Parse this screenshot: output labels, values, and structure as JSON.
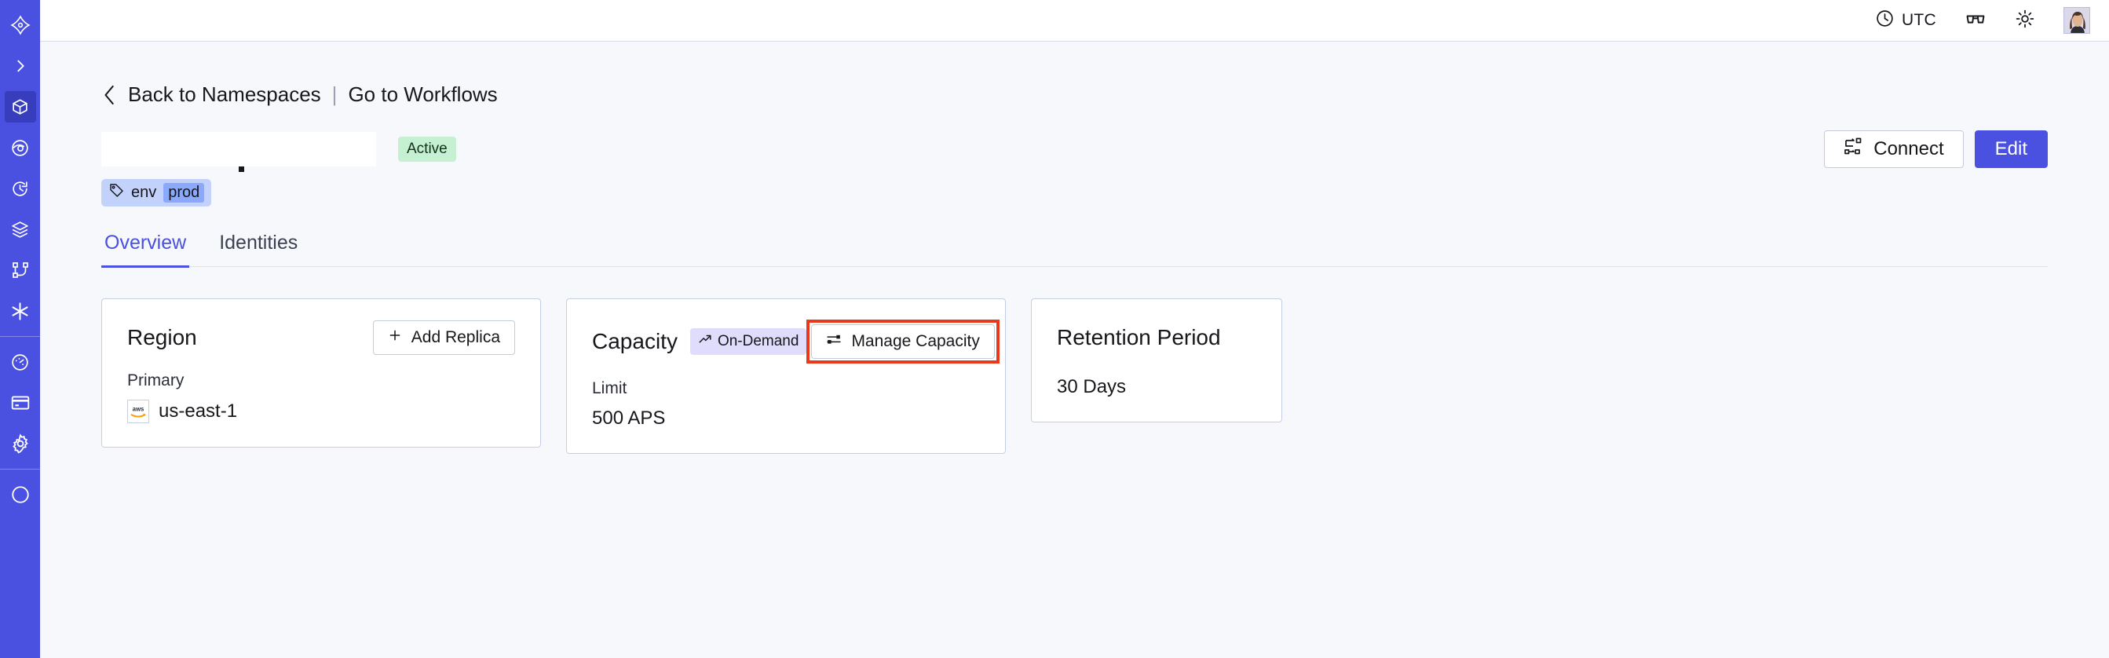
{
  "sidebar": {
    "items": [
      {
        "name": "logo",
        "icon": "temporal-logo-icon",
        "active": false
      },
      {
        "name": "expand",
        "icon": "chevron-right-icon",
        "active": false
      },
      {
        "name": "namespaces",
        "icon": "cube-icon",
        "active": true
      },
      {
        "name": "observability",
        "icon": "eye-icon",
        "active": false
      },
      {
        "name": "schedules",
        "icon": "clock-arrow-icon",
        "active": false
      },
      {
        "name": "layers",
        "icon": "layers-icon",
        "active": false
      },
      {
        "name": "workflows",
        "icon": "sitemap-icon",
        "active": false
      },
      {
        "name": "nexus",
        "icon": "asterisk-icon",
        "active": false
      },
      {
        "name": "usage",
        "icon": "gauge-icon",
        "active": false
      },
      {
        "name": "billing",
        "icon": "credit-card-icon",
        "active": false
      },
      {
        "name": "settings",
        "icon": "gear-icon",
        "active": false
      }
    ]
  },
  "topbar": {
    "timezone_label": "UTC",
    "timezone_icon": "clock-icon",
    "docs_icon": "glasses-icon",
    "theme_icon": "sun-icon",
    "avatar_icon": "user-avatar"
  },
  "breadcrumb": {
    "back_icon": "chevron-left-icon",
    "back_label": "Back to Namespaces",
    "separator": "|",
    "forward_label": "Go to Workflows"
  },
  "header": {
    "namespace_title": "",
    "status_badge": "Active",
    "connect_label": "Connect",
    "connect_icon": "connect-icon",
    "edit_label": "Edit"
  },
  "tag": {
    "icon": "tag-icon",
    "key": "env",
    "value": "prod"
  },
  "tabs": [
    {
      "label": "Overview",
      "active": true
    },
    {
      "label": "Identities",
      "active": false
    }
  ],
  "cards": {
    "region": {
      "title": "Region",
      "action_label": "Add Replica",
      "action_icon": "plus-icon",
      "sublabel": "Primary",
      "provider_icon": "aws-logo",
      "value": "us-east-1"
    },
    "capacity": {
      "title": "Capacity",
      "badge_label": "On-Demand",
      "badge_icon": "trending-up-icon",
      "action_label": "Manage Capacity",
      "action_icon": "sliders-icon",
      "action_highlighted": true,
      "sublabel": "Limit",
      "value": "500 APS"
    },
    "retention": {
      "title": "Retention Period",
      "value": "30 Days"
    }
  },
  "colors": {
    "brand_indigo": "#4a50e0",
    "sidebar_active": "#373dbd",
    "content_bg": "#f7f8fb",
    "badge_active_bg": "#c5f0d2",
    "badge_ondemand_bg": "#e0dcfb",
    "tag_bg": "#c3d2fb",
    "tag_value_bg": "#8ba9fa",
    "annotation_red": "#e8391c",
    "card_border": "#c6cfe2"
  }
}
